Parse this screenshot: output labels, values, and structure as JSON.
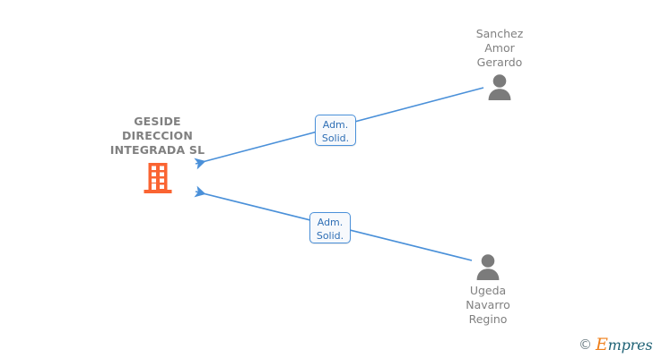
{
  "graph": {
    "type": "company-relationship-diagram",
    "background_color": "#ffffff",
    "company": {
      "name_lines": [
        "GESIDE",
        "DIRECCION",
        "INTEGRADA SL"
      ],
      "icon": "building-icon",
      "icon_color": "#fa6432",
      "text_color": "#808080"
    },
    "persons": [
      {
        "id": "person-top",
        "name_lines": [
          "Sanchez",
          "Amor",
          "Gerardo"
        ],
        "icon": "person-icon",
        "icon_color": "#7b7b7b",
        "text_color": "#808080",
        "label_position": "above-icon"
      },
      {
        "id": "person-bottom",
        "name_lines": [
          "Ugeda",
          "Navarro",
          "Regino"
        ],
        "icon": "person-icon",
        "icon_color": "#7b7b7b",
        "text_color": "#808080",
        "label_position": "below-icon"
      }
    ],
    "relations": [
      {
        "id": "relation-top",
        "from": "person-top",
        "to": "company",
        "label_lines": [
          "Adm.",
          "Solid."
        ],
        "line_color": "#4a90d9",
        "arrow_direction": "to-company"
      },
      {
        "id": "relation-bottom",
        "from": "person-bottom",
        "to": "company",
        "label_lines": [
          "Adm.",
          "Solid."
        ],
        "line_color": "#4a90d9",
        "arrow_direction": "to-company"
      }
    ]
  },
  "watermark": {
    "copyright_symbol": "©",
    "brand_initial": "E",
    "brand_rest": "mpresia",
    "initial_color": "#ef7f1a",
    "rest_color": "#1f6275"
  }
}
